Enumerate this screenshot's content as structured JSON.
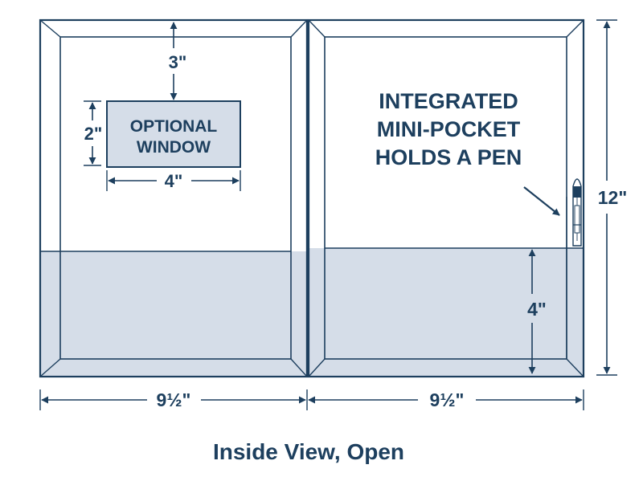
{
  "labels": {
    "top_margin": "3\"",
    "window_height": "2\"",
    "window_width": "4\"",
    "window_line1": "OPTIONAL",
    "window_line2": "WINDOW",
    "pocket_line1": "INTEGRATED",
    "pocket_line2": "MINI-POCKET",
    "pocket_line3": "HOLDS A PEN",
    "folder_height": "12\"",
    "pocket_depth": "4\"",
    "left_width": "9½\"",
    "right_width": "9½\"",
    "caption": "Inside View, Open"
  },
  "colors": {
    "line": "#1d3f5e",
    "pocket_fill": "#d5dde8",
    "window_fill": "#d5dde8",
    "paper": "#ffffff"
  }
}
